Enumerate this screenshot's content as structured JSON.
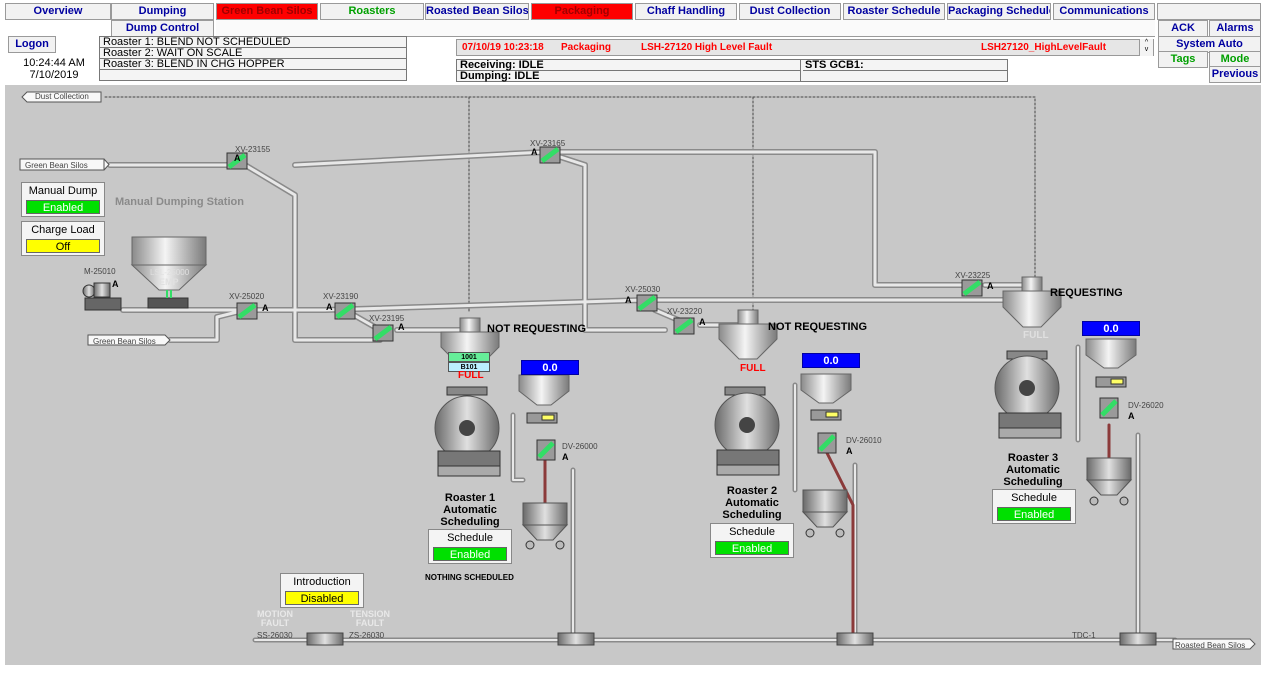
{
  "nav": {
    "row1": [
      "Overview",
      "Dumping",
      "Green Bean Silos",
      "Roasters",
      "Roasted Bean Silos",
      "Packaging",
      "Chaff Handling",
      "Dust Collection",
      "Roaster Schedule",
      "Packaging Schedule",
      "Communications"
    ],
    "row2": [
      "Dump Control"
    ]
  },
  "side": {
    "ack": "ACK",
    "alarms": "Alarms",
    "system_auto": "System Auto",
    "tags": "Tags",
    "mode": "Mode",
    "previous": "Previous"
  },
  "logon": "Logon",
  "clock": {
    "time": "10:24:44 AM",
    "date": "7/10/2019"
  },
  "roaster_status": [
    "Roaster 1: BLEND NOT SCHEDULED",
    "Roaster 2: WAIT ON SCALE",
    "Roaster 3: BLEND IN CHG HOPPER"
  ],
  "alarm": {
    "timestamp": "07/10/19 10:23:18",
    "area": "Packaging",
    "message": "LSH-27120 High Level Fault",
    "tag": "LSH27120_HighLevelFault"
  },
  "status": {
    "receiving": "Receiving: IDLE",
    "dumping": "Dumping: IDLE",
    "sts": "STS GCB1:"
  },
  "process": {
    "dust_collection": "Dust Collection",
    "green_bean_silos": "Green Bean Silos",
    "green_bean_silos2": "Green Bean Silos",
    "roasted_bean_silos": "Roasted Bean Silos",
    "manual_station": "Manual Dumping Station",
    "manual_dump": {
      "title": "Manual Dump",
      "value": "Enabled"
    },
    "charge_load": {
      "title": "Charge Load",
      "value": "Off"
    },
    "introduction": {
      "title": "Introduction",
      "value": "Disabled"
    },
    "motor": "M-25010",
    "lsl": "LSL-25000",
    "empty": "EMP",
    "a": "A",
    "valves": {
      "xv23155": "XV-23155",
      "xv23165": "XV-23165",
      "xv25020": "XV-25020",
      "xv23190": "XV-23190",
      "xv23195": "XV-23195",
      "xv25030": "XV-25030",
      "xv23220": "XV-23220",
      "xv23225": "XV-23225"
    },
    "roasters": [
      {
        "req": "NOT REQUESTING",
        "full": "FULL",
        "chip1": "1001",
        "chip2": "B101",
        "readout": "0.0",
        "dv": "DV-26000",
        "title": "Roaster 1 Automatic Scheduling",
        "schedule_title": "Schedule",
        "schedule_value": "Enabled",
        "note": "NOTHING SCHEDULED"
      },
      {
        "req": "NOT REQUESTING",
        "full": "FULL",
        "readout": "0.0",
        "dv": "DV-26010",
        "title": "Roaster 2 Automatic Scheduling",
        "schedule_title": "Schedule",
        "schedule_value": "Enabled"
      },
      {
        "req": "REQUESTING",
        "full": "FULL",
        "readout": "0.0",
        "dv": "DV-26020",
        "title": "Roaster 3 Automatic Scheduling",
        "schedule_title": "Schedule",
        "schedule_value": "Enabled"
      }
    ],
    "motion_fault": "MOTION FAULT",
    "tension_fault": "TENSION FAULT",
    "ss": "SS-26030",
    "zs": "ZS-26030",
    "tdc": "TDC-1"
  },
  "colors": {
    "alarm_red": "#ff0000",
    "nav_blue": "#0000a0",
    "enabled_green": "#00e000",
    "off_yellow": "#ffff00",
    "readout_blue": "#0000ff"
  }
}
